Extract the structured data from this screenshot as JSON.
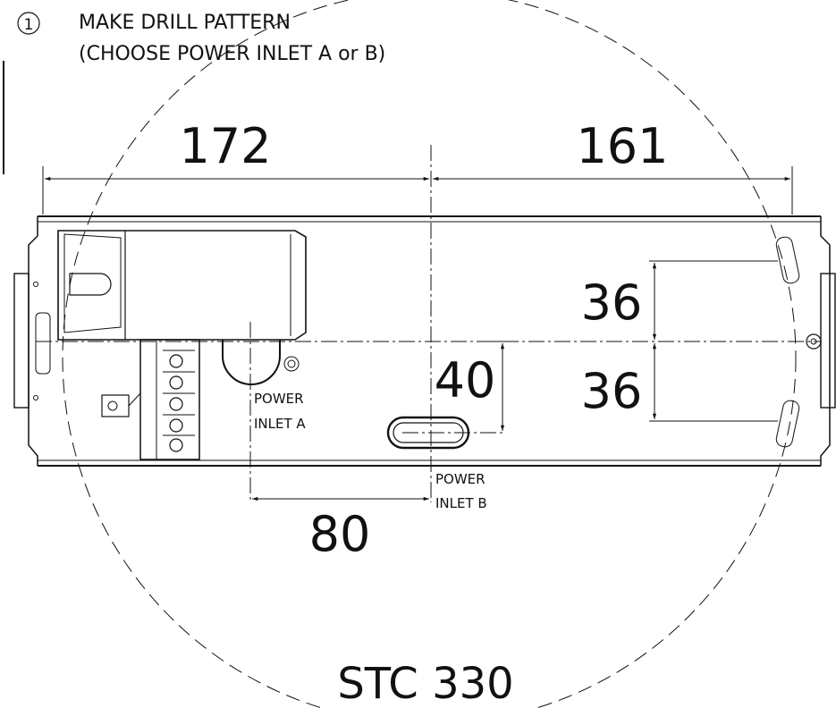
{
  "step": {
    "number": "1",
    "line1": "MAKE DRILL PATTERN",
    "line2": "(CHOOSE POWER INLET A or B)"
  },
  "dimensions": {
    "left_width": "172",
    "right_width": "161",
    "upper_offset": "36",
    "lower_offset": "36",
    "inlet_b_offset": "40",
    "inlet_spacing": "80"
  },
  "labels": {
    "inlet_a_line1": "POWER",
    "inlet_a_line2": "INLET A",
    "inlet_b_line1": "POWER",
    "inlet_b_line2": "INLET B"
  },
  "model": "STC 330",
  "colors": {
    "line": "#111111",
    "background": "#ffffff"
  }
}
